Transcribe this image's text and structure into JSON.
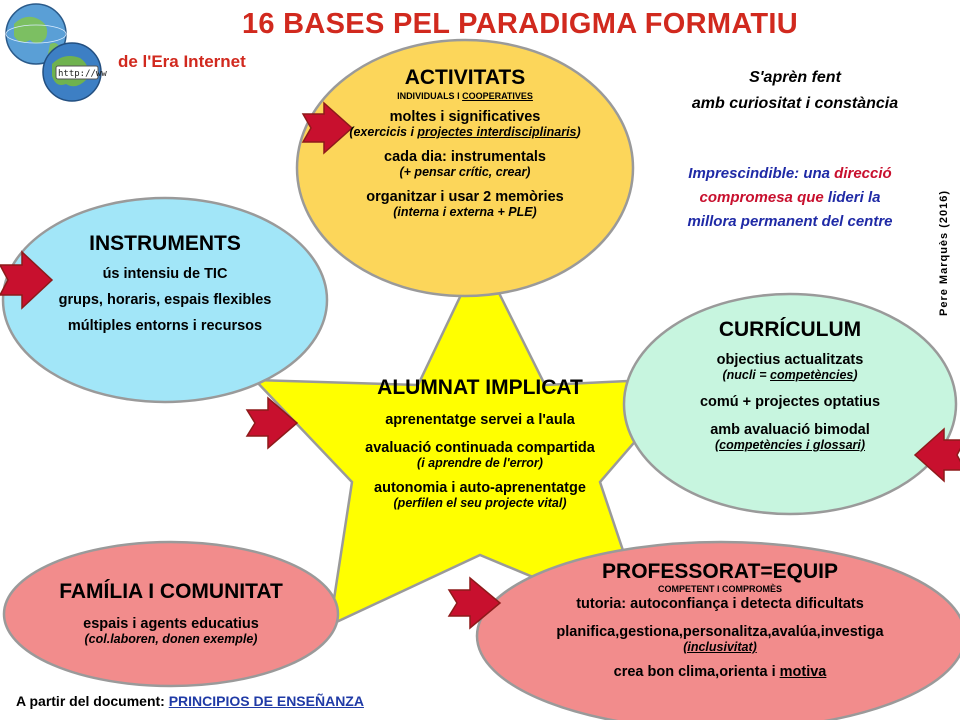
{
  "header": {
    "title": "16 BASES PEL  PARADIGMA FORMATIU",
    "subtitle": "de l'Era Internet"
  },
  "quote": {
    "line1": "S'aprèn fent",
    "line2": "amb curiositat  i constància"
  },
  "imprescindible": {
    "l1a": "Imprescindible:  una ",
    "l1b": "direcció",
    "l2a": "compromesa que ",
    "l2b": "lideri",
    "l3a": "la",
    "l4": "millora permanent  del centre"
  },
  "author": "Pere Marquès (2016)",
  "activitats": {
    "title": "ACTIVITATS",
    "tag_a": "INDIVIDUALS I ",
    "tag_b": "COOPERATIVES",
    "l1": "moltes i significatives",
    "s1a": "(exercicis i ",
    "s1b": "projectes interdisciplinaris",
    "s1c": ")",
    "l2": "cada dia: instrumentals",
    "s2": "(+ pensar crític, crear)",
    "l3": "organitzar i usar 2 memòries",
    "s3": "(interna i externa + PLE)"
  },
  "instruments": {
    "title": "INSTRUMENTS",
    "l1": "ús intensiu de TIC",
    "l2": "grups, horaris, espais flexibles",
    "l3": "múltiples entorns i recursos"
  },
  "curriculum": {
    "title": "CURRÍCULUM",
    "l1": "objectius actualitzats",
    "s1a": "(nucli = ",
    "s1b": "competències",
    "s1c": ")",
    "l2": "comú + projectes optatius",
    "l3": "amb avaluació  bimodal",
    "s3": "(competències i glossari)"
  },
  "alumnat": {
    "title": "ALUMNAT IMPLICAT",
    "l1": "aprenentatge servei a l'aula",
    "l2": "avaluació continuada  compartida",
    "s2": "(i aprendre de l'error)",
    "l3": "autonomia  i auto-aprenentatge",
    "s3": "(perfilen el seu projecte vital)"
  },
  "familia": {
    "title": "FAMÍLIA I COMUNITAT",
    "l1": "espais i agents educatius",
    "s1": "(col.laboren, donen exemple)"
  },
  "professorat": {
    "title": "PROFESSORAT=EQUIP",
    "tag": "COMPETENT I  COMPROMÈS",
    "l1": "tutoria: autoconfiança  i detecta dificultats",
    "l2": "planifica,gestiona,personalitza,avalúa,investiga",
    "s2": "(inclusivitat)",
    "l3a": "crea bon clima,orienta  i ",
    "l3b": "motiva"
  },
  "footer": {
    "prefix": "A partir del document:  ",
    "link": "PRINCIPIOS DE ENSEÑANZA"
  },
  "colors": {
    "title_red": "#d1291e",
    "activitats_fill": "#fcd65a",
    "instruments_fill": "#a2e6f8",
    "curriculum_fill": "#c7f5df",
    "star_fill": "#ffff00",
    "familia_fill": "#f28c8c",
    "professorat_fill": "#f28c8c",
    "arrow_red": "#c8102e",
    "blue_text": "#1f2aa6",
    "red_text": "#c8102e"
  }
}
